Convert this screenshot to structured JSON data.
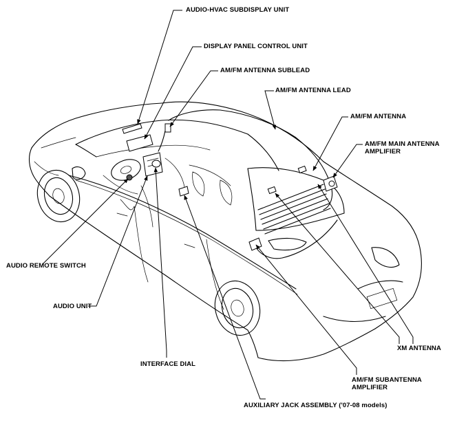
{
  "labels": {
    "audio_hvac_subdisplay_unit": "AUDIO-HVAC SUBDISPLAY UNIT",
    "display_panel_control_unit": "DISPLAY PANEL CONTROL UNIT",
    "am_fm_antenna_sublead": "AM/FM ANTENNA SUBLEAD",
    "am_fm_antenna_lead": "AM/FM ANTENNA LEAD",
    "am_fm_antenna": "AM/FM ANTENNA",
    "am_fm_main_antenna_amplifier_line1": "AM/FM MAIN ANTENNA",
    "am_fm_main_antenna_amplifier_line2": "AMPLIFIER",
    "audio_remote_switch": "AUDIO REMOTE SWITCH",
    "audio_unit": "AUDIO UNIT",
    "interface_dial": "INTERFACE DIAL",
    "xm_antenna": "XM ANTENNA",
    "am_fm_subantenna_amplifier_line1": "AM/FM SUBANTENNA",
    "am_fm_subantenna_amplifier_line2": "AMPLIFIER",
    "auxiliary_jack_assembly": "AUXILIARY JACK ASSEMBLY ('07-08 models)"
  }
}
